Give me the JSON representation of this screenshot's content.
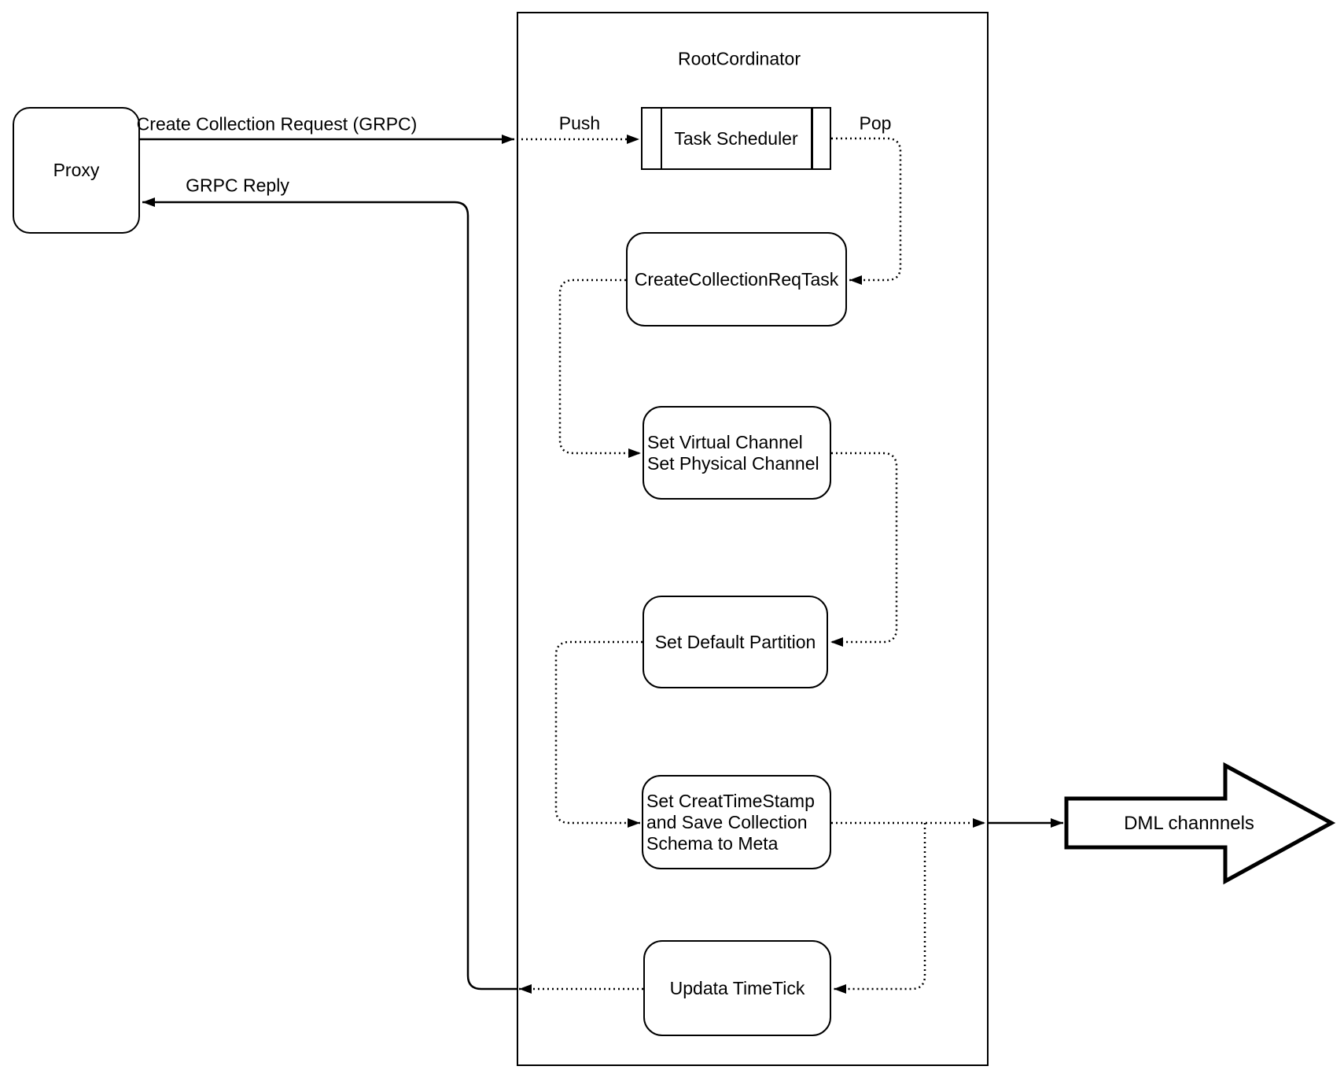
{
  "diagram": {
    "proxy_label": "Proxy",
    "rootcoordinator_title": "RootCordinator",
    "task_scheduler_label": "Task Scheduler",
    "tasks": {
      "create_collection_req_task": "CreateCollectionReqTask",
      "set_channels_line1": "Set Virtual Channel",
      "set_channels_line2": "Set Physical Channel",
      "set_default_partition": "Set Default Partition",
      "set_timestamp_line1": "Set CreatTimeStamp",
      "set_timestamp_line2": "and Save Collection",
      "set_timestamp_line3": "Schema to Meta",
      "update_timetick": "Updata TimeTick"
    },
    "edge_labels": {
      "create_collection_request": "Create Collection Request (GRPC)",
      "grpc_reply": "GRPC Reply",
      "push": "Push",
      "pop": "Pop"
    },
    "dml_label": "DML channnels",
    "colors": {
      "stroke": "#000000",
      "background": "#ffffff"
    }
  }
}
